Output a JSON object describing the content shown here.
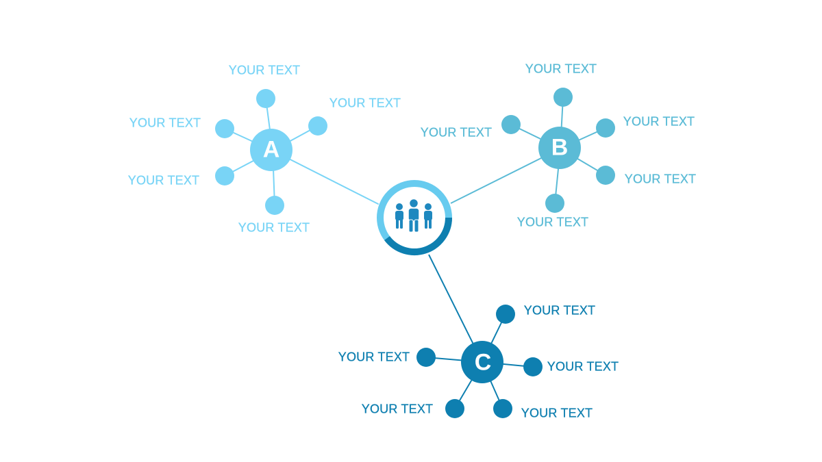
{
  "colors": {
    "a": "#79D4F6",
    "b": "#5BBBD6",
    "c": "#0E7FB0",
    "center_ring_light": "#67CBEF",
    "center_ring_dark": "#0E7FB0",
    "icon": "#1E88BF"
  },
  "center": {
    "icon": "group-people-icon"
  },
  "hubs": [
    {
      "key": "a",
      "letter": "A",
      "labels": [
        "YOUR TEXT",
        "YOUR TEXT",
        "YOUR TEXT",
        "YOUR TEXT",
        "YOUR TEXT"
      ]
    },
    {
      "key": "b",
      "letter": "B",
      "labels": [
        "YOUR TEXT",
        "YOUR TEXT",
        "YOUR TEXT",
        "YOUR TEXT",
        "YOUR TEXT"
      ]
    },
    {
      "key": "c",
      "letter": "C",
      "labels": [
        "YOUR TEXT",
        "YOUR TEXT",
        "YOUR TEXT",
        "YOUR TEXT",
        "YOUR TEXT"
      ]
    }
  ]
}
